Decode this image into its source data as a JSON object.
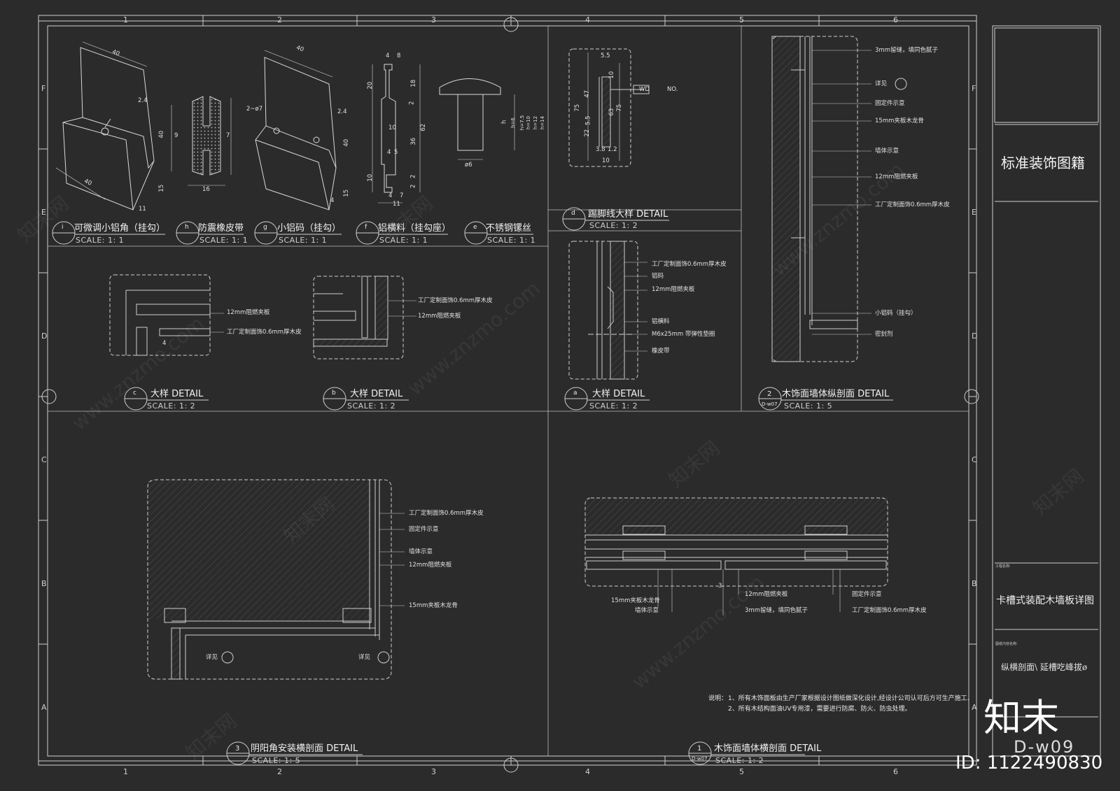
{
  "grid": {
    "columns": [
      "1",
      "2",
      "3",
      "4",
      "5",
      "6"
    ],
    "rows": [
      "F",
      "E",
      "D",
      "C",
      "B",
      "A"
    ]
  },
  "details": {
    "i": {
      "tag": "i",
      "title": "可微调小铝角（挂勾）",
      "scale": "SCALE: 1: 1"
    },
    "h": {
      "tag": "h",
      "title": "防震橡皮带",
      "scale": "SCALE: 1: 1"
    },
    "g": {
      "tag": "g",
      "title": "小铝码（挂勾）",
      "scale": "SCALE: 1: 1"
    },
    "f": {
      "tag": "f",
      "title": "铝横料（挂勾座）",
      "scale": "SCALE: 1: 1"
    },
    "e": {
      "tag": "e",
      "title": "不锈钢镙丝",
      "scale": "SCALE: 1: 1"
    },
    "d": {
      "tag": "d",
      "title": "踢脚线大样  DETAIL",
      "scale": "SCALE: 1: 2"
    },
    "c": {
      "tag": "c",
      "title": "大样   DETAIL",
      "scale": "SCALE: 1: 2"
    },
    "b": {
      "tag": "b",
      "title": "大样   DETAIL",
      "scale": "SCALE: 1: 2"
    },
    "a": {
      "tag": "a",
      "title": "大样   DETAIL",
      "scale": "SCALE: 1: 2"
    },
    "s2": {
      "tag": "2",
      "ref": "D-w07",
      "title": "木饰面墙体纵剖面   DETAIL",
      "scale": "SCALE: 1: 5"
    },
    "s3": {
      "tag": "3",
      "title": "阴阳角安装横剖面   DETAIL",
      "scale": "SCALE: 1: 5"
    },
    "s1": {
      "tag": "1",
      "ref": "D-w07",
      "title": "木饰面墙体横剖面   DETAIL",
      "scale": "SCALE: 1: 2"
    }
  },
  "dims": {
    "i": [
      "40",
      "2.4",
      "40",
      "15",
      "40",
      "11"
    ],
    "h": [
      "9",
      "7",
      "16"
    ],
    "g": [
      "40",
      "2~ø7",
      "2.4",
      "40",
      "15",
      "4"
    ],
    "f": [
      "4",
      "8",
      "20",
      "18",
      "2",
      "62",
      "10",
      "36",
      "4",
      "5",
      "10",
      "2",
      "4",
      "7",
      "11",
      "2"
    ],
    "e": [
      "h",
      "h=6",
      "h=7.5",
      "h=10",
      "h=12",
      "h=14",
      "ø6"
    ],
    "d": [
      "5.5",
      "10",
      "47",
      "75",
      "63",
      "75",
      "5.5",
      "22",
      "3.8",
      "1.2",
      "10",
      "WD",
      "NO."
    ]
  },
  "notes": {
    "c": [
      "12mm阻燃夹板",
      "工厂定制面饰0.6mm厚木皮"
    ],
    "b": [
      "工厂定制面饰0.6mm厚木皮",
      "12mm阻燃夹板"
    ],
    "a": [
      "工厂定制面饰0.6mm厚木皮",
      "铝码",
      "12mm阻燃夹板",
      "铝横料",
      "M6x25mm 带弹性垫圈",
      "橡皮带"
    ],
    "s2": [
      "3mm留缝，填同色腻子",
      "详见",
      "固定件示意",
      "15mm夹板木龙骨",
      "墙体示意",
      "12mm阻燃夹板",
      "工厂定制面饰0.6mm厚木皮",
      "小铝码（挂勾）",
      "密封剂"
    ],
    "s3": [
      "工厂定制面饰0.6mm厚木皮",
      "固定件示意",
      "墙体示意",
      "12mm阻燃夹板",
      "15mm夹板木龙骨",
      "详见",
      "详见"
    ],
    "s1": [
      "15mm夹板木龙骨",
      "墙体示意",
      "12mm阻燃夹板",
      "3mm留缝，填同色腻子",
      "固定件示意",
      "工厂定制面饰0.6mm厚木皮"
    ],
    "s1_dim": "3",
    "c_dim": "4"
  },
  "explanation": {
    "label": "说明：",
    "line1": "1、所有木饰面板由生产厂家根据设计图纸做深化设计,经设计公司认可后方可生产施工.",
    "line2": "2、所有木结构面油UV专用漆，需要进行防腐、防火、防虫处理。"
  },
  "title_block": {
    "library": "标准装饰图籍",
    "project_label": "工程名称:",
    "drawing_title": "卡槽式装配木墙板详图",
    "content_label": "图纸内容名称:",
    "content_hand": "纵横剖面\\ 延槽吃峰拔ø",
    "drawing_no": "D-w09"
  },
  "watermark": {
    "logo": "知末",
    "id": "ID: 1122490830",
    "diag_cn": "知末网",
    "diag_url": "www.znzmo.com"
  },
  "colors": {
    "background": "#2b2b2b",
    "line": "#d8d8d8",
    "dashed": "#cfcfcf"
  }
}
